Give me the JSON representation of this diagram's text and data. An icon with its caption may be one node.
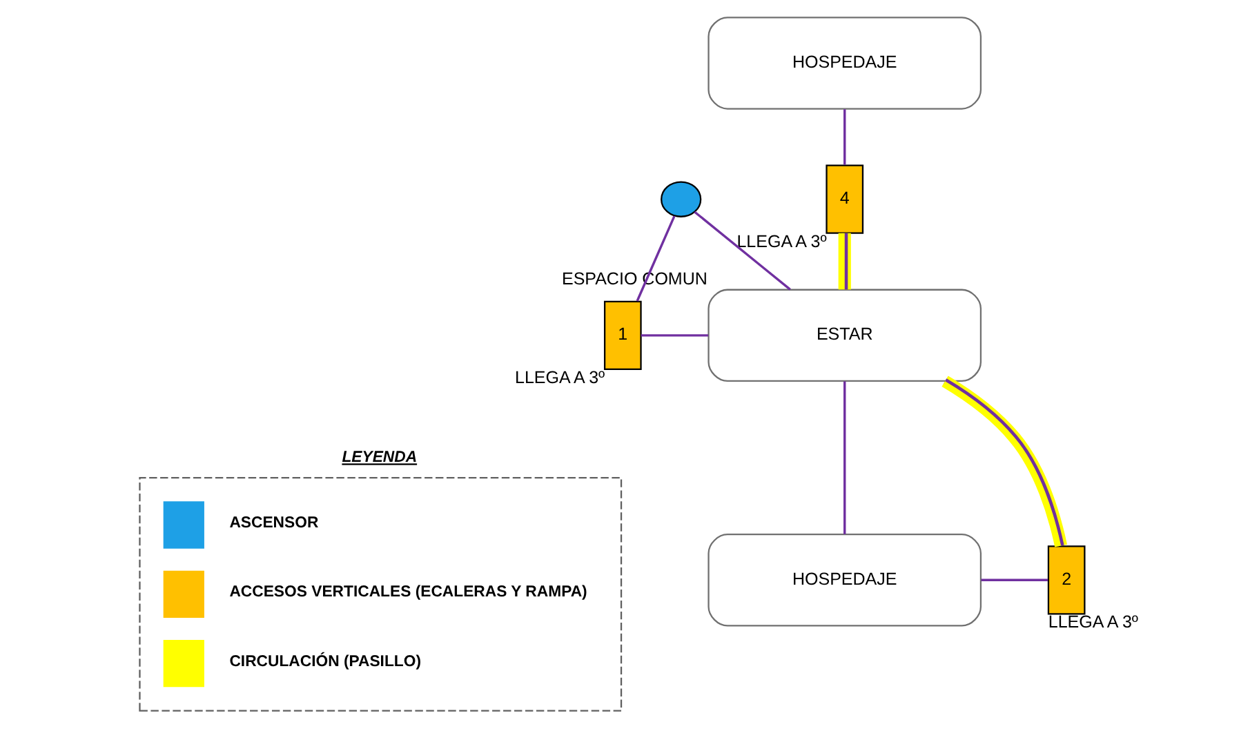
{
  "diagram": {
    "nodes": [
      {
        "text": [
          "4"
        ],
        "beside": [
          "LLEGA A 3º"
        ]
      },
      {
        "text": [
          "HOSPEDAJE"
        ]
      },
      {
        "text": [
          "HOSPEDAJE"
        ]
      },
      {
        "text": [
          "2"
        ],
        "beside": [
          "LLEGA A 3º"
        ]
      },
      {
        "text": [
          "1"
        ],
        "beside": [
          "LLEGA A 3º"
        ]
      },
      {
        "text": [
          "ESTAR"
        ],
        "beside": [
          "ESPACIO COMUN"
        ]
      },
      {
        "text": [],
        "shape": "circle"
      }
    ],
    "edges": [
      {
        "from": 5,
        "to": 0,
        "arrow": "none",
        "style": "thick",
        "color": "#ffff00"
      },
      {
        "from": 0,
        "to": 1,
        "arrow": "none"
      },
      {
        "from": 5,
        "to": 2,
        "arrow": "none"
      },
      {
        "from": 2,
        "to": 3,
        "arrow": "none"
      },
      {
        "from": 3,
        "to": 5,
        "arrow": "none",
        "style": "thick",
        "color": "#ffff00"
      },
      {
        "from": 4,
        "to": 5,
        "arrow": "none"
      },
      {
        "from": 4,
        "to": 6,
        "arrow": "none"
      },
      {
        "from": 6,
        "to": 5,
        "arrow": "none"
      }
    ],
    "labels": [
      "LEYENDA"
    ],
    "legend": [
      {
        "text": "ASCENSOR",
        "color": "#1ea0e6"
      },
      {
        "text": "ACCESOS VERTICALES (ECALERAS Y RAMPA)",
        "color": "#ffc000"
      },
      {
        "text": "CIRCULACIÓN (PASILLO)",
        "color": "#ffff00"
      }
    ]
  }
}
